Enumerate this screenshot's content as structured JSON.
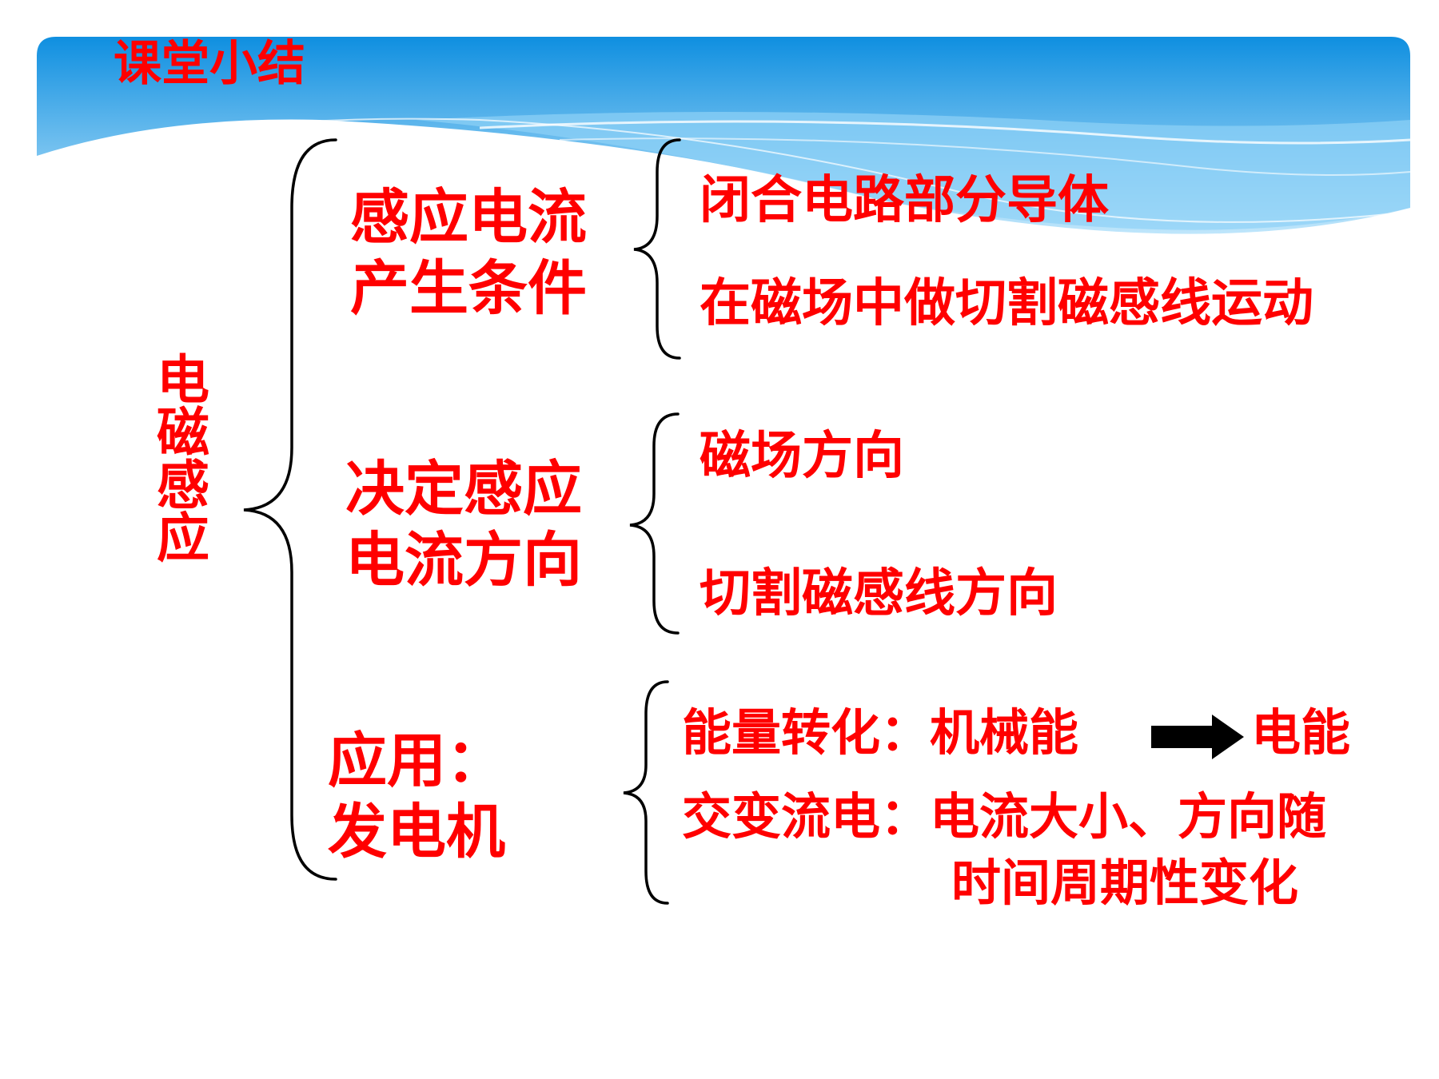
{
  "title": "课堂小结",
  "root": "电磁感应",
  "branches": [
    {
      "label_lines": [
        "感应电流",
        "产生条件"
      ],
      "items": [
        "闭合电路部分导体",
        "在磁场中做切割磁感线运动"
      ]
    },
    {
      "label_lines": [
        "决定感应",
        "电流方向"
      ],
      "items": [
        "磁场方向",
        "切割磁感线方向"
      ]
    },
    {
      "label_lines": [
        "应用：",
        "发电机"
      ],
      "energy": {
        "prefix": "能量转化：机械能",
        "target": "电能"
      },
      "ac": {
        "line1": "交变流电：电流大小、方向随",
        "line2": "时间周期性变化"
      }
    }
  ],
  "colors": {
    "text": "#ff0000",
    "banner_top": "#0f8fe0",
    "banner_light": "#bfe6fb",
    "brace": "#000000"
  }
}
